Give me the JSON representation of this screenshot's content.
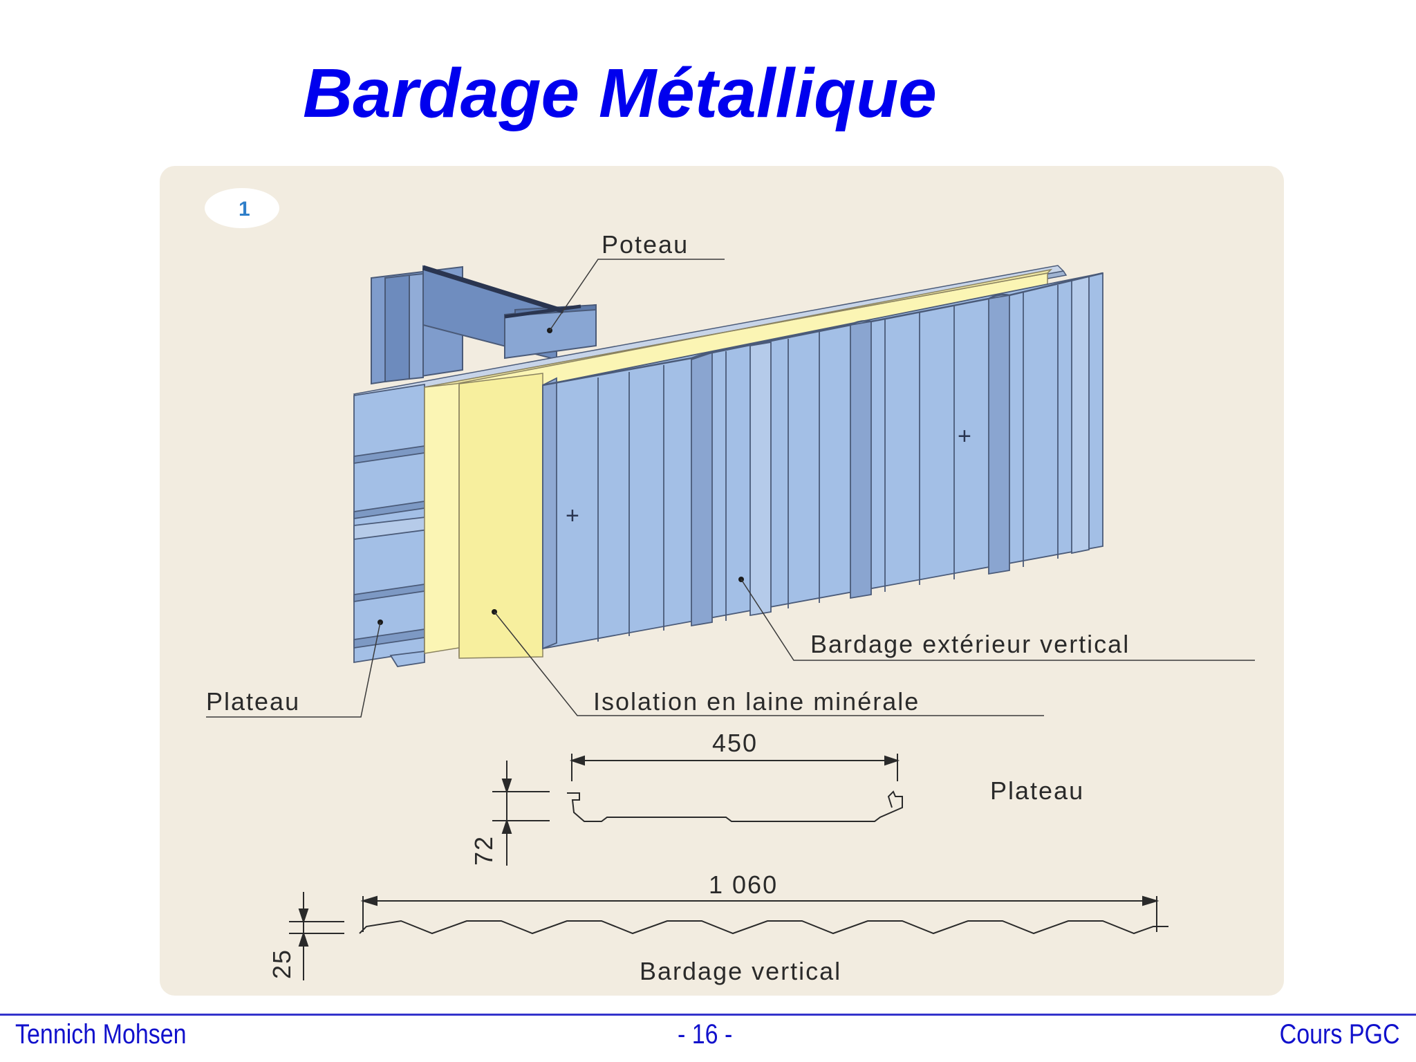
{
  "slide": {
    "title": "Bardage Métallique"
  },
  "figure": {
    "number": "1",
    "labels": {
      "poteau": "Poteau",
      "plateau": "Plateau",
      "isolation": "Isolation en laine minérale",
      "bardage_ext": "Bardage extérieur vertical"
    },
    "profiles": {
      "plateau_name": "Plateau",
      "plateau_width": "450",
      "plateau_height": "72",
      "bardage_name": "Bardage vertical",
      "bardage_width": "1 060",
      "bardage_height": "25"
    },
    "colors": {
      "steel_blue": "#a3bfe6",
      "insulation_yellow": "#fbf5b4",
      "panel_background": "#f2ece0"
    }
  },
  "footer": {
    "author": "Tennich Mohsen",
    "page": "- 16 -",
    "course": "Cours PGC"
  }
}
